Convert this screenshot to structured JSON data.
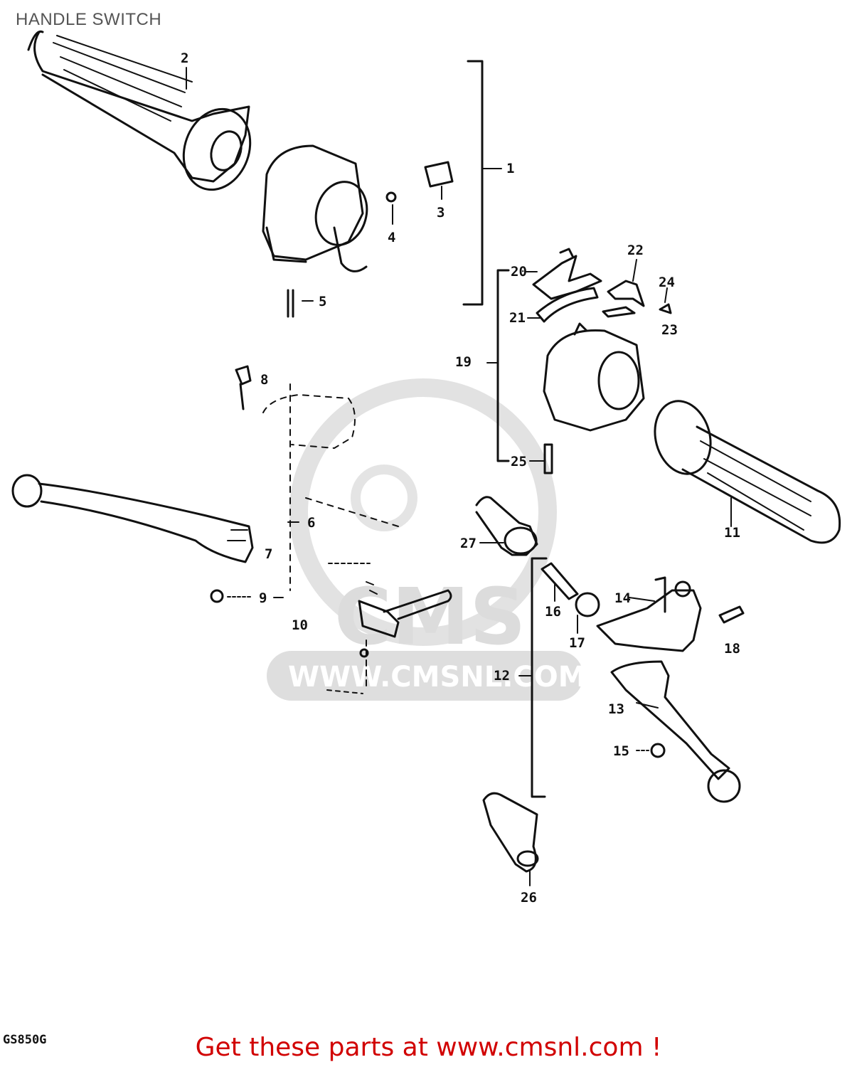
{
  "title": "HANDLE SWITCH",
  "watermark": "WWW.CMSNL.COM",
  "watermark_logo": "CMS",
  "model_code": "GS850G",
  "footer_link": "Get these parts at www.cmsnl.com !",
  "colors": {
    "footer": "#d10000",
    "line": "#111111",
    "watermark": "#d8d8d8"
  },
  "parts": {
    "p1": "1",
    "p2": "2",
    "p3": "3",
    "p4": "4",
    "p5": "5",
    "p6": "6",
    "p7": "7",
    "p8": "8",
    "p9": "9",
    "p10": "10",
    "p11": "11",
    "p12": "12",
    "p13": "13",
    "p14": "14",
    "p15": "15",
    "p16": "16",
    "p17": "17",
    "p18": "18",
    "p19": "19",
    "p20": "20",
    "p21": "21",
    "p22": "22",
    "p23": "23",
    "p24": "24",
    "p25": "25",
    "p26": "26",
    "p27": "27"
  }
}
